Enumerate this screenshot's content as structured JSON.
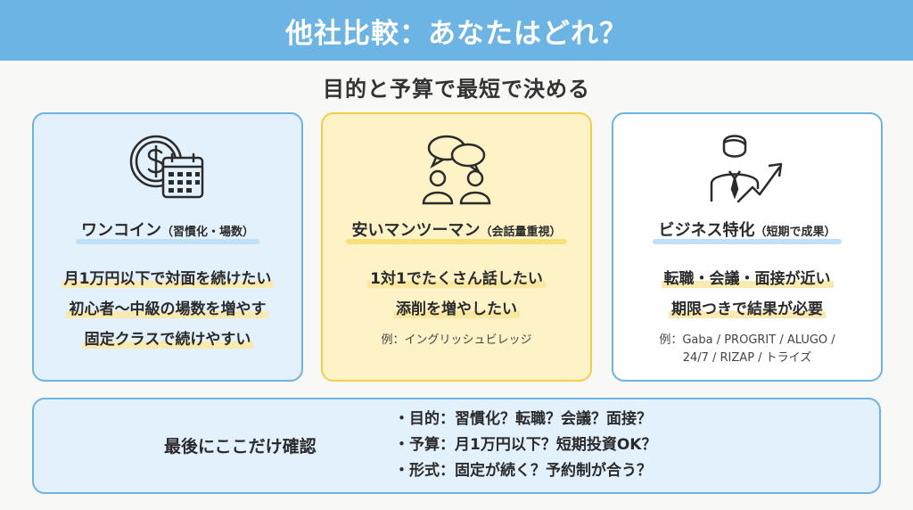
{
  "header": {
    "title": "他社比較：あなたはどれ？"
  },
  "subtitle": "目的と予算で最短で決める",
  "cards": [
    {
      "icon": "coin-calendar-icon",
      "title": "ワンコイン",
      "title_small": "（習慣化・場数）",
      "lines": [
        "月1万円以下で対面を続けたい",
        "初心者〜中級の場数を増やす",
        "固定クラスで続けやすい"
      ],
      "note": ""
    },
    {
      "icon": "conversation-icon",
      "title": "安いマンツーマン",
      "title_small": "（会話量重視）",
      "lines": [
        "1対1でたくさん話したい",
        "添削を増やしたい"
      ],
      "note": "例：イングリッシュビレッジ"
    },
    {
      "icon": "businessman-growth-icon",
      "title": "ビジネス特化",
      "title_small": "（短期で成果）",
      "lines": [
        "転職・会議・面接が近い",
        "期限つきで結果が必要"
      ],
      "note": "例：Gaba / PROGRIT / ALUGO /",
      "note2": "24/7 / RIZAP / トライズ"
    }
  ],
  "bottom": {
    "label": "最後にここだけ確認",
    "items": [
      "・目的：習慣化？転職？会議？面接？",
      "・予算：月1万円以下？短期投資OK？",
      "・形式：固定が続く？予約制が合う？"
    ]
  },
  "colors": {
    "header": "#6cb4e4",
    "card_blue": "#e3f1fc",
    "card_yellow": "#fdf3c6",
    "accent_yellow": "#f1cf4a"
  }
}
